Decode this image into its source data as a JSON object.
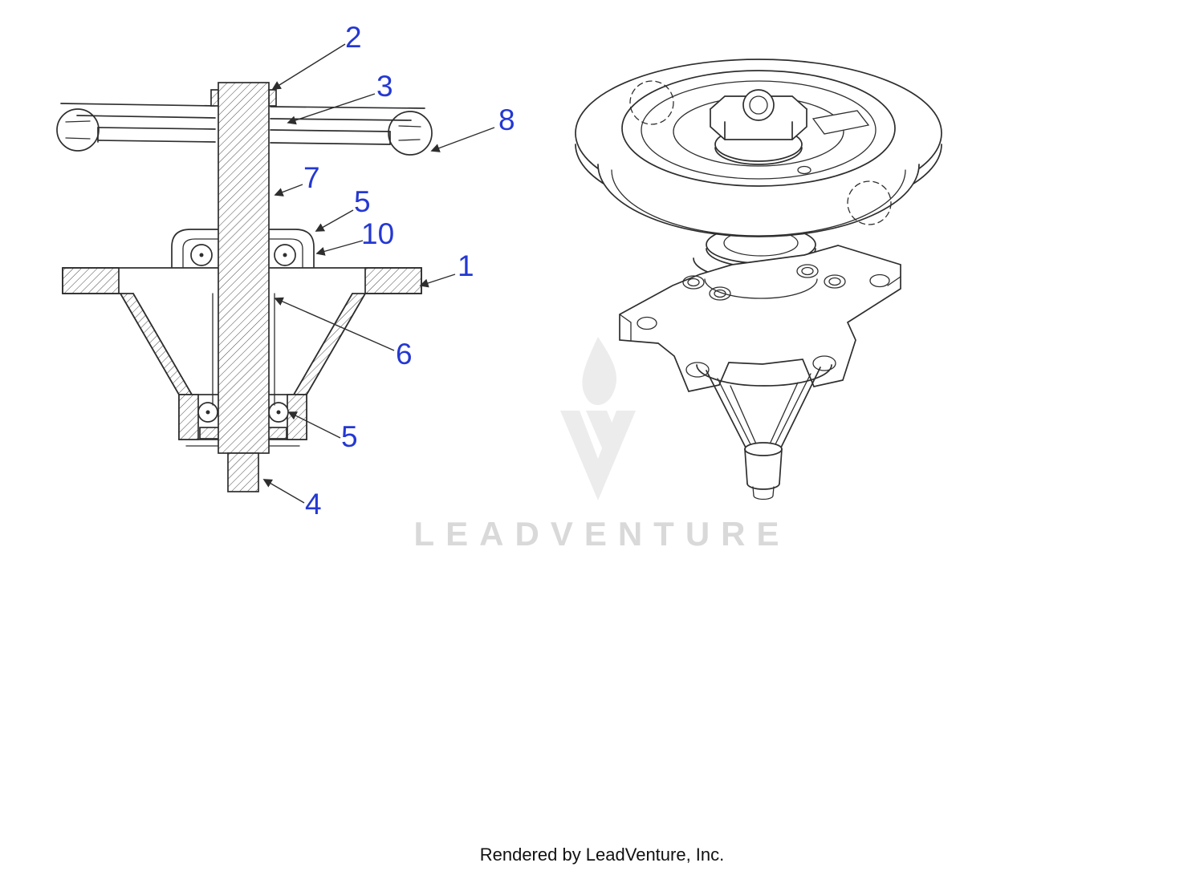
{
  "page": {
    "background_color": "#ffffff",
    "footer_text": "Rendered by LeadVenture, Inc.",
    "watermark_text": "LEADVENTURE"
  },
  "colors": {
    "callout_blue": "#2438d2",
    "line_dark": "#2e2e2e",
    "watermark_gray": "#d9d9d9",
    "watermark_logo_gray": "#ececec"
  },
  "callouts": [
    {
      "label": "2"
    },
    {
      "label": "3"
    },
    {
      "label": "8"
    },
    {
      "label": "7"
    },
    {
      "label": "5"
    },
    {
      "label": "10"
    },
    {
      "label": "1"
    },
    {
      "label": "6"
    },
    {
      "label": "5"
    },
    {
      "label": "4"
    }
  ]
}
